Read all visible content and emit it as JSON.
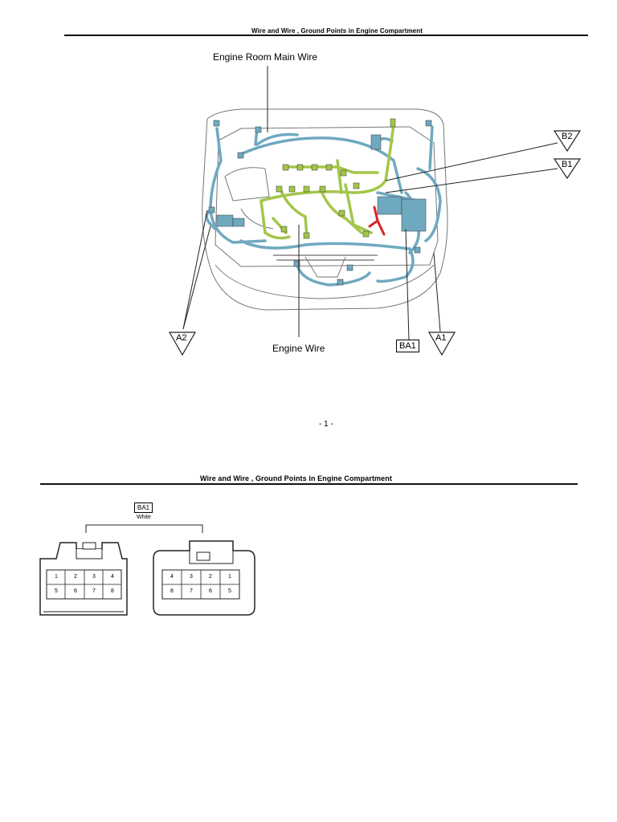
{
  "page1": {
    "header": "Wire and Wire , Ground Points in Engine Compartment",
    "labels": {
      "engine_room_main_wire": "Engine Room Main Wire",
      "engine_wire": "Engine Wire",
      "ba1": "BA1",
      "a1": "A1",
      "a2": "A2",
      "b1": "B1",
      "b2": "B2"
    },
    "page_number": "- 1 -",
    "colors": {
      "engine_room_main_wire": "#7fb8cc",
      "engine_wire": "#a6c64a",
      "ground": "#d9262b",
      "outline": "#555555"
    }
  },
  "page2": {
    "header": "Wire and Wire , Ground Points in Engine Compartment",
    "connector": {
      "id": "BA1",
      "color": "White",
      "left_pins": [
        "1",
        "2",
        "3",
        "4",
        "5",
        "6",
        "7",
        "8"
      ],
      "right_pins": [
        "4",
        "3",
        "2",
        "1",
        "8",
        "7",
        "6",
        "5"
      ]
    }
  }
}
